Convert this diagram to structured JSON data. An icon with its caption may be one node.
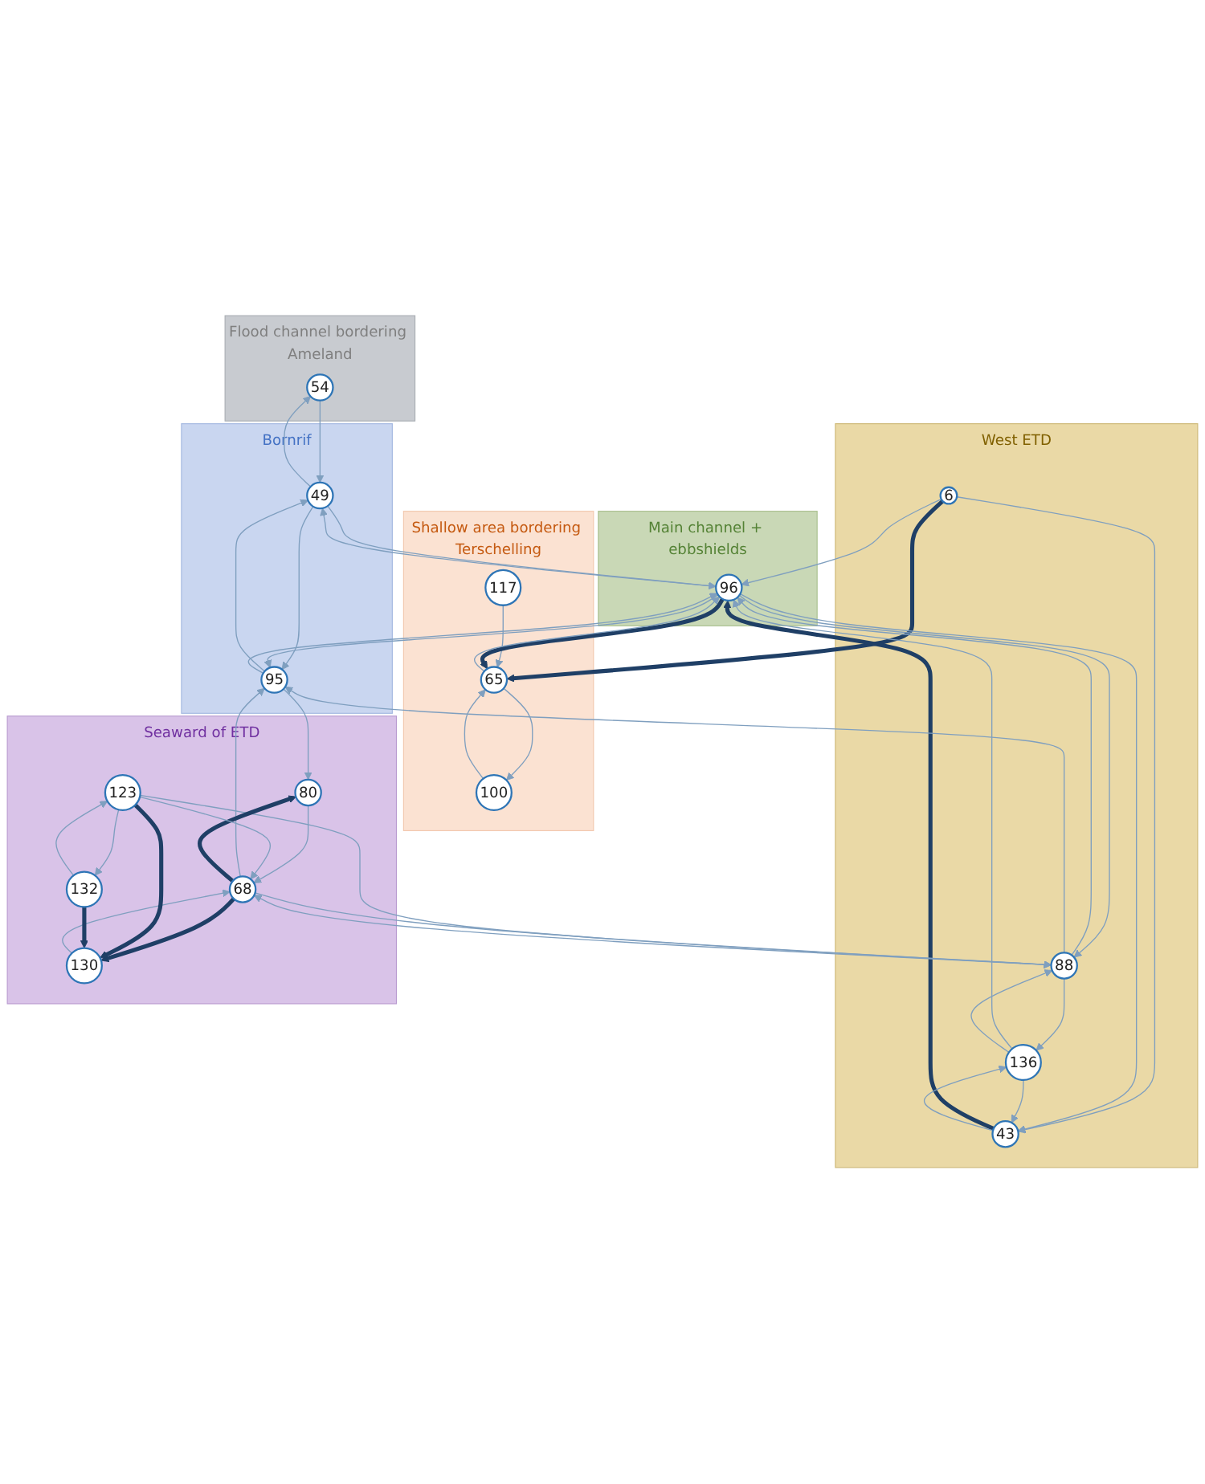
{
  "diagram": {
    "nodes": [
      {
        "text": [
          "Flood channel bordering Ameland"
        ]
      },
      {
        "text": [
          "54"
        ],
        "in": 0
      },
      {
        "text": [
          "Shallow area bordering Terschelling"
        ]
      },
      {
        "text": [
          "100"
        ],
        "in": 2
      },
      {
        "text": [
          "117"
        ],
        "in": 2
      },
      {
        "text": [
          "65"
        ],
        "in": 2
      },
      {
        "text": [
          "Main channel + ebbshields"
        ]
      },
      {
        "text": [
          "96"
        ],
        "in": 6
      },
      {
        "text": [
          "West ETD"
        ]
      },
      {
        "text": [
          "6"
        ],
        "in": 8
      },
      {
        "text": [
          "43"
        ],
        "in": 8
      },
      {
        "text": [
          "136"
        ],
        "in": 8
      },
      {
        "text": [
          "88"
        ],
        "in": 8
      },
      {
        "text": [
          "Bornrif"
        ]
      },
      {
        "text": [
          "49"
        ],
        "in": 13
      },
      {
        "text": [
          "95"
        ],
        "in": 13
      },
      {
        "text": [
          "Seaward of ETD"
        ]
      },
      {
        "text": [
          "80"
        ],
        "in": 16
      },
      {
        "text": [
          "68"
        ],
        "in": 16
      },
      {
        "text": [
          "123"
        ],
        "in": 16
      },
      {
        "text": [
          "130"
        ],
        "in": 16
      },
      {
        "text": [
          "132"
        ],
        "in": 16
      }
    ],
    "edges": [
      {
        "from": 3,
        "to": 5,
        "arrow": "to"
      },
      {
        "from": 5,
        "to": 3,
        "arrow": "to"
      },
      {
        "from": 4,
        "to": 5,
        "arrow": "to"
      },
      {
        "from": 7,
        "to": 5,
        "arrow": "to",
        "style": "thick",
        "color": "#1f3f66"
      },
      {
        "from": 9,
        "to": 5,
        "arrow": "to",
        "style": "thick",
        "color": "#1f3f66"
      },
      {
        "from": 5,
        "to": 7,
        "arrow": "to"
      },
      {
        "from": 9,
        "to": 7,
        "arrow": "to"
      },
      {
        "from": 9,
        "to": 10,
        "arrow": "to"
      },
      {
        "from": 10,
        "to": 7,
        "arrow": "to",
        "style": "thick",
        "color": "#1f3f66"
      },
      {
        "from": 1,
        "to": 14,
        "arrow": "to"
      },
      {
        "from": 14,
        "to": 1,
        "arrow": "to"
      },
      {
        "from": 7,
        "to": 14,
        "arrow": "to"
      },
      {
        "from": 14,
        "to": 7,
        "arrow": "to"
      },
      {
        "from": 14,
        "to": 15,
        "arrow": "to"
      },
      {
        "from": 15,
        "to": 14,
        "arrow": "to"
      },
      {
        "from": 7,
        "to": 15,
        "arrow": "to"
      },
      {
        "from": 15,
        "to": 7,
        "arrow": "to"
      },
      {
        "from": 7,
        "to": 12,
        "arrow": "to"
      },
      {
        "from": 12,
        "to": 7,
        "arrow": "to"
      },
      {
        "from": 7,
        "to": 10,
        "arrow": "to"
      },
      {
        "from": 11,
        "to": 7,
        "arrow": "to"
      },
      {
        "from": 10,
        "to": 11,
        "arrow": "to"
      },
      {
        "from": 11,
        "to": 10,
        "arrow": "to"
      },
      {
        "from": 11,
        "to": 12,
        "arrow": "to"
      },
      {
        "from": 12,
        "to": 11,
        "arrow": "to"
      },
      {
        "from": 12,
        "to": 15,
        "arrow": "to"
      },
      {
        "from": 15,
        "to": 17,
        "arrow": "to"
      },
      {
        "from": 18,
        "to": 15,
        "arrow": "to"
      },
      {
        "from": 12,
        "to": 18,
        "arrow": "to"
      },
      {
        "from": 18,
        "to": 12,
        "arrow": "to"
      },
      {
        "from": 19,
        "to": 12,
        "arrow": "to"
      },
      {
        "from": 18,
        "to": 17,
        "arrow": "to",
        "style": "thick",
        "color": "#1f3f66"
      },
      {
        "from": 17,
        "to": 18,
        "arrow": "to"
      },
      {
        "from": 18,
        "to": 20,
        "arrow": "to",
        "style": "thick",
        "color": "#1f3f66"
      },
      {
        "from": 19,
        "to": 18,
        "arrow": "to"
      },
      {
        "from": 20,
        "to": 18,
        "arrow": "to"
      },
      {
        "from": 19,
        "to": 20,
        "arrow": "to",
        "style": "thick",
        "color": "#1f3f66"
      },
      {
        "from": 21,
        "to": 20,
        "arrow": "to",
        "style": "thick",
        "color": "#1f3f66"
      },
      {
        "from": 19,
        "to": 21,
        "arrow": "to"
      },
      {
        "from": 21,
        "to": 19,
        "arrow": "to"
      }
    ]
  }
}
